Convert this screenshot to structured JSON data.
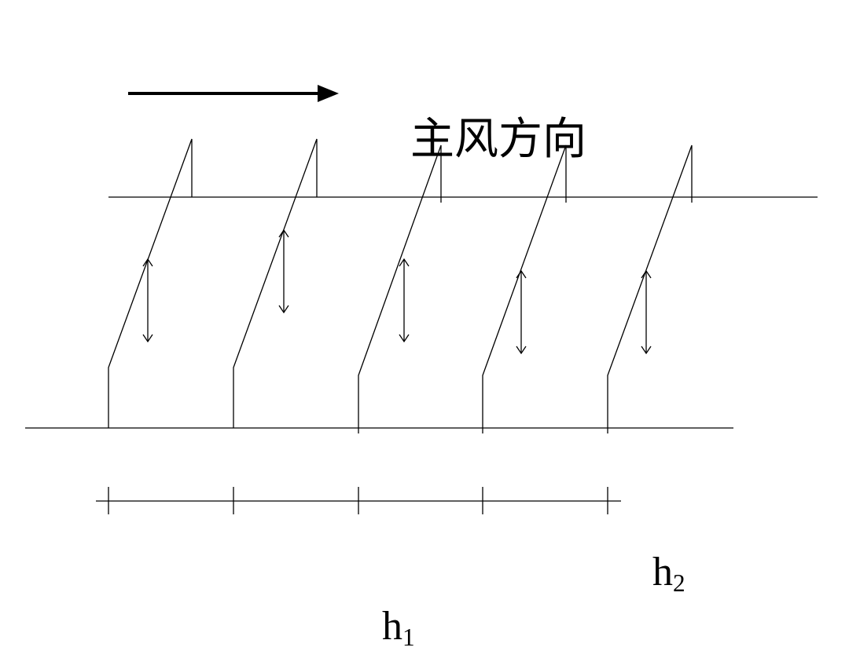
{
  "diagram": {
    "wind_direction_label": "主风方向",
    "h1_label": {
      "base": "h",
      "sub": "1"
    },
    "h2_label": {
      "base": "h",
      "sub": "2"
    },
    "line_color": "#000000",
    "row_count": 5
  }
}
